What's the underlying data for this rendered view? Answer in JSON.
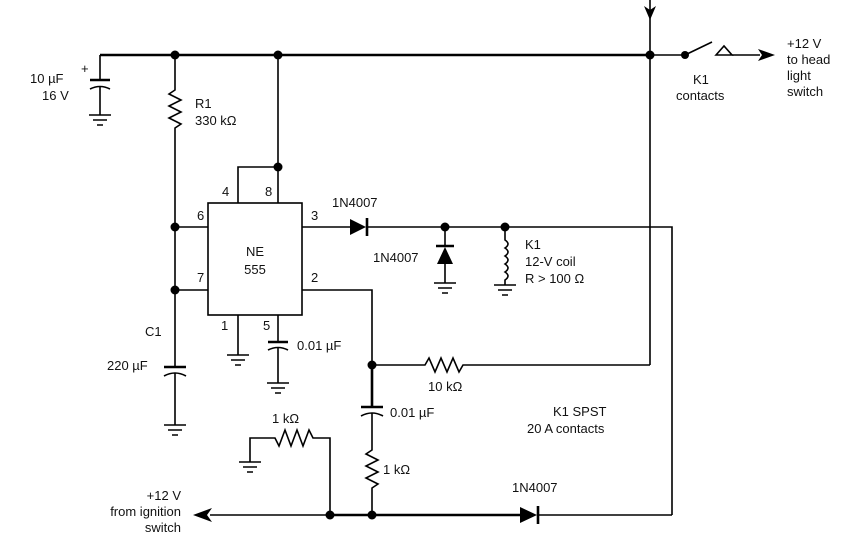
{
  "diagram": {
    "title": "Headlight delay timer circuit (NE555)",
    "ic": {
      "line1": "NE",
      "line2": "555",
      "pins": {
        "p1": "1",
        "p2": "2",
        "p3": "3",
        "p4": "4",
        "p5": "5",
        "p6": "6",
        "p7": "7",
        "p8": "8"
      }
    },
    "c_supply": {
      "plus": "+",
      "value": "10 µF",
      "voltage": "16 V"
    },
    "r1": {
      "ref": "R1",
      "value": "330 kΩ"
    },
    "c1": {
      "ref": "C1",
      "value": "220 µF"
    },
    "c_pin5": {
      "value": "0.01 µF"
    },
    "d_out": {
      "part": "1N4007"
    },
    "d_clamp": {
      "part": "1N4007"
    },
    "relay_coil": {
      "ref": "K1",
      "line2": "12-V coil",
      "line3": "R > 100 Ω"
    },
    "r_10k": {
      "value": "10 kΩ"
    },
    "c_trig": {
      "value": "0.01 µF"
    },
    "r_1k_series": {
      "value": "1 kΩ"
    },
    "r_1k_ground": {
      "value": "1 kΩ"
    },
    "d_bottom": {
      "part": "1N4007"
    },
    "relay_contacts": {
      "ref": "K1",
      "label": "contacts"
    },
    "relay_spec": {
      "line1": "K1 SPST",
      "line2": "20 A contacts"
    },
    "output": {
      "line1": "+12 V",
      "line2": "to head",
      "line3": "light",
      "line4": "switch"
    },
    "input": {
      "line1": "+12 V",
      "line2": "from ignition",
      "line3": "switch"
    }
  }
}
